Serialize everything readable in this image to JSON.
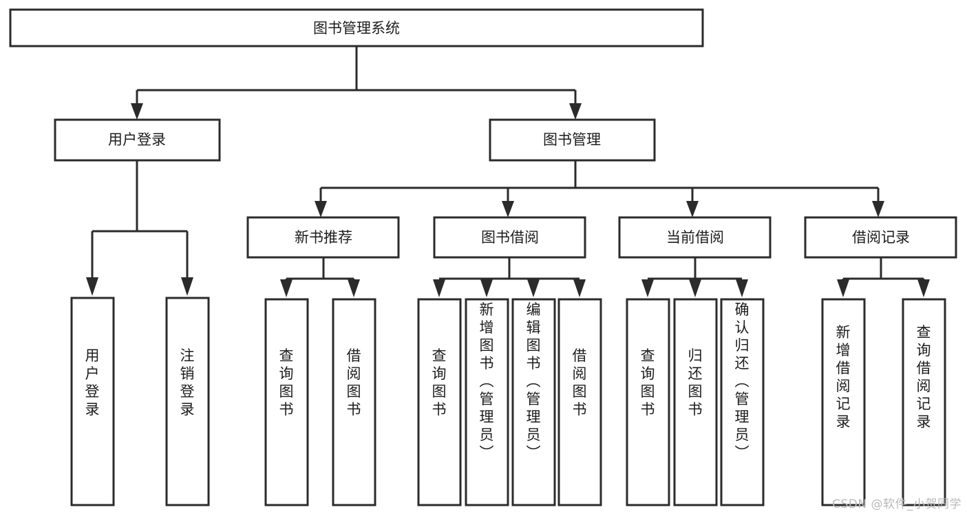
{
  "diagram": {
    "type": "tree-hierarchy",
    "title": "图书管理系统",
    "watermark": "CSDN @软件_小贺同学",
    "colors": {
      "stroke": "#2b2b2b",
      "fill": "#ffffff",
      "text": "#1c1c1c",
      "watermark": "#b9b9b9",
      "background": "#ffffff"
    },
    "levels": {
      "root": {
        "label": "图书管理系统"
      },
      "level2": [
        {
          "label": "用户登录"
        },
        {
          "label": "图书管理"
        }
      ],
      "level3": [
        {
          "label": "新书推荐"
        },
        {
          "label": "图书借阅"
        },
        {
          "label": "当前借阅"
        },
        {
          "label": "借阅记录"
        }
      ],
      "leaves": {
        "user_login": [
          {
            "label": "用户登录"
          },
          {
            "label": "注销登录"
          }
        ],
        "new_book_recommend": [
          {
            "label": "查询图书"
          },
          {
            "label": "借阅图书"
          }
        ],
        "book_borrow": [
          {
            "label": "查询图书"
          },
          {
            "label": "新增图书（管理员）"
          },
          {
            "label": "编辑图书（管理员）"
          },
          {
            "label": "借阅图书"
          }
        ],
        "current_borrow": [
          {
            "label": "查询图书"
          },
          {
            "label": "归还图书"
          },
          {
            "label": "确认归还（管理员）"
          }
        ],
        "borrow_record": [
          {
            "label": "新增借阅记录"
          },
          {
            "label": "查询借阅记录"
          }
        ]
      }
    }
  }
}
